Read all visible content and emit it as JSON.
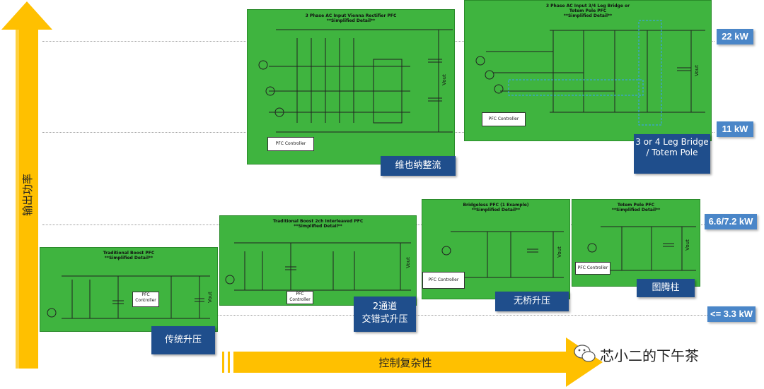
{
  "y_axis_label": "输出功率",
  "x_axis_label": "控制复杂性",
  "watermark": "芯小二的下午茶",
  "power_levels": [
    "22 kW",
    "11 kW",
    "6.6/7.2 kW",
    "<= 3.3 kW"
  ],
  "panels": {
    "vienna": {
      "title": "3 Phase AC Input Vienna Rectifier PFC",
      "subtitle": "**Simplified Detail**",
      "controller": "PFC Controller",
      "vout": "Vout",
      "badge": "维也纳整流"
    },
    "totem3": {
      "title": "3 Phase AC Input 3/4 Leg Bridge or",
      "title2": "Totem Pole PFC",
      "subtitle": "**Simplified Detail**",
      "controller": "PFC Controller",
      "vout": "Vout",
      "badge": "3 or 4 Leg Bridge / Totem Pole"
    },
    "boost": {
      "title": "Traditional Boost PFC",
      "subtitle": "**Simplified Detail**",
      "controller": "PFC Controller",
      "vout": "Vout",
      "badge": "传统升压"
    },
    "interleaved": {
      "title": "Traditional Boost 2ch Interleaved PFC",
      "subtitle": "**Simplified Detail**",
      "controller": "PFC Controller",
      "vout": "Vout",
      "badge_line1": "2通道",
      "badge_line2": "交错式升压"
    },
    "bridgeless": {
      "title": "Bridgeless PFC (1 Example)",
      "subtitle": "**Simplified Detail**",
      "controller": "PFC Controller",
      "vout": "Vout",
      "badge": "无桥升压"
    },
    "totempole": {
      "title": "Totem Pole PFC",
      "subtitle": "**Simplified Detail**",
      "controller": "PFC Controller",
      "vout": "Vout",
      "badge": "图腾柱"
    }
  },
  "colors": {
    "arrow": "#ffc000",
    "panel": "#3fb43f",
    "badge": "#1f4e8c",
    "power_badge": "#4a86c8"
  }
}
